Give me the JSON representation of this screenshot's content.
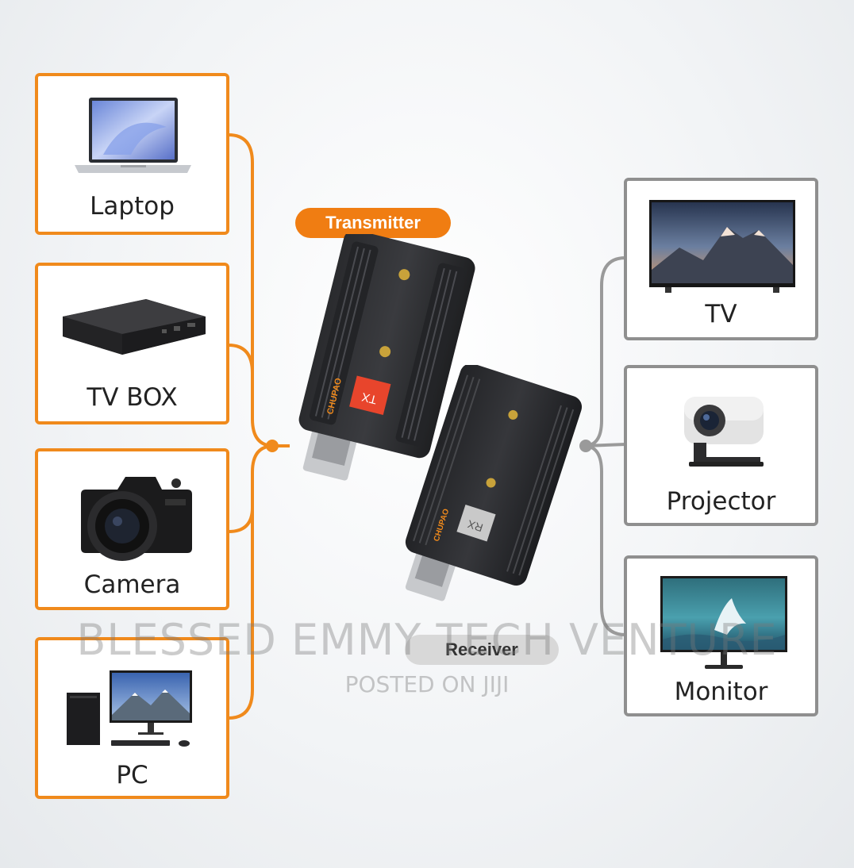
{
  "sources": [
    {
      "label": "Laptop",
      "icon": "laptop-icon"
    },
    {
      "label": "TV BOX",
      "icon": "tv-box-icon"
    },
    {
      "label": "Camera",
      "icon": "camera-icon"
    },
    {
      "label": "PC",
      "icon": "pc-icon"
    }
  ],
  "displays": [
    {
      "label": "TV",
      "icon": "tv-icon"
    },
    {
      "label": "Projector",
      "icon": "projector-icon"
    },
    {
      "label": "Monitor",
      "icon": "monitor-icon"
    }
  ],
  "devices": {
    "transmitter_label": "Transmitter",
    "receiver_label": "Receiver",
    "tx_badge": "TX",
    "rx_badge": "RX",
    "brand_mark": "CHUPAO"
  },
  "watermark": {
    "line1": "BLESSED EMMY TECH VENTURE",
    "line2": "POSTED ON JIJI"
  },
  "colors": {
    "source_accent": "#f08a1c",
    "display_accent": "#8f8f8f",
    "tx_pill": "#f07d12",
    "rx_pill": "#d8d8d8"
  }
}
